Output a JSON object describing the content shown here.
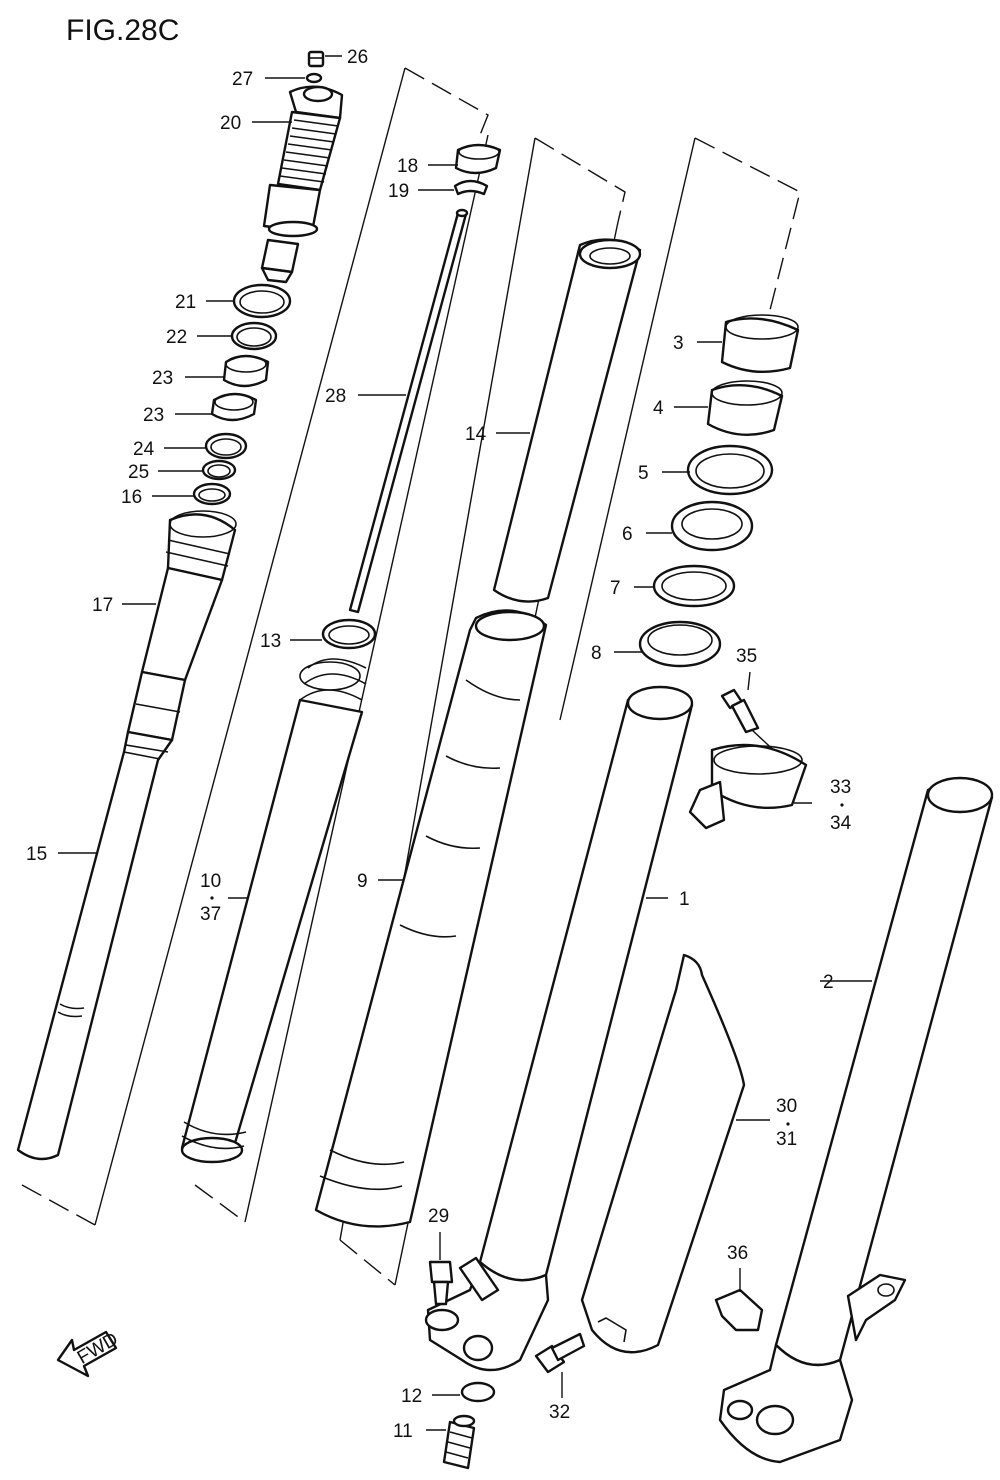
{
  "figure": {
    "title": "FIG.28C",
    "fwd_label": "FWD"
  },
  "callouts": {
    "p1": "1",
    "p2": "2",
    "p3": "3",
    "p4": "4",
    "p5": "5",
    "p6": "6",
    "p7": "7",
    "p8": "8",
    "p9": "9",
    "p10": "10",
    "p11": "11",
    "p12": "12",
    "p13": "13",
    "p14": "14",
    "p15": "15",
    "p16": "16",
    "p17": "17",
    "p18": "18",
    "p19": "19",
    "p20": "20",
    "p21": "21",
    "p22": "22",
    "p23a": "23",
    "p23b": "23",
    "p24": "24",
    "p25": "25",
    "p26": "26",
    "p27": "27",
    "p28": "28",
    "p29": "29",
    "p30": "30",
    "p31": "31",
    "p32": "32",
    "p33": "33",
    "p34": "34",
    "p35": "35",
    "p36": "36",
    "p37": "37"
  }
}
